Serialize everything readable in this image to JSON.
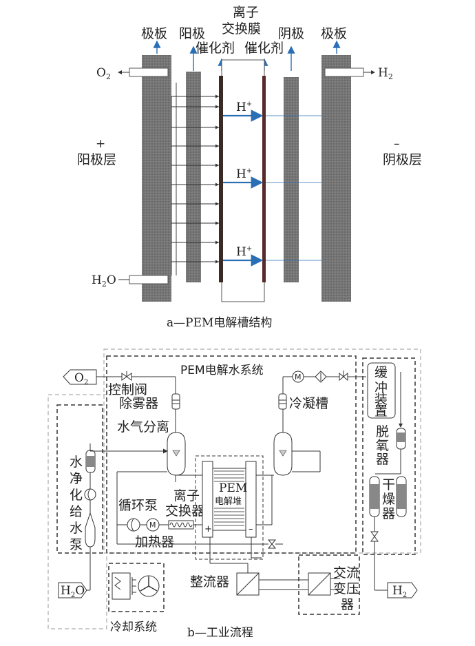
{
  "part_a": {
    "caption": "a—PEM电解槽结构",
    "labels": {
      "plate_left": "极板",
      "anode": "阳极",
      "membrane_l1": "离子",
      "membrane_l2": "交换膜",
      "cathode": "阴极",
      "plate_right": "极板",
      "catalyst_left": "催化剂",
      "catalyst_right": "催化剂",
      "anode_layer": "阳极层",
      "cathode_layer": "阴极层",
      "plus": "+",
      "minus": "–",
      "o2_base": "O",
      "o2_sub": "2",
      "h2_base": "H",
      "h2_sub": "2",
      "h2o_base": "H",
      "h2o_sub": "2",
      "h2o_tail": "O",
      "proton_base": "H",
      "proton_sup": "+"
    },
    "colors": {
      "plate": "#6e6e6e",
      "arrow_blue": "#2a6fb5",
      "catalyst": "#3a2a24"
    }
  },
  "part_b": {
    "caption": "b—工业流程",
    "labels": {
      "system": "PEM电解水系统",
      "o2": "O",
      "o2_sub": "2",
      "valve": "控制阀",
      "demister": "除雾器",
      "condenser": "冷凝槽",
      "gas_water_sep": "水气分离",
      "buffer_1": "缓",
      "buffer_2": "冲",
      "buffer_3": "装",
      "buffer_4": "置",
      "deox_1": "脱",
      "deox_2": "氧",
      "deox_3": "器",
      "dry_1": "干",
      "dry_2": "燥",
      "dry_3": "器",
      "pump_1": "水",
      "pump_2": "净",
      "pump_3": "化",
      "pump_4": "给",
      "pump_5": "水",
      "pump_6": "泵",
      "circ_pump": "循环泵",
      "ion_ex_1": "离子",
      "ion_ex_2": "交换器",
      "heater": "加热器",
      "stack_1": "PEM",
      "stack_2": "电解堆",
      "rectifier": "整流器",
      "transformer_1": "交流",
      "transformer_2": "变压",
      "transformer_3": "器",
      "h2o": "H",
      "h2o_sub": "2",
      "h2o_tail": "O",
      "h2": "H",
      "h2_sub": "2",
      "cooling": "冷却系统",
      "plus": "+",
      "minus": "–",
      "motor": "M"
    }
  }
}
